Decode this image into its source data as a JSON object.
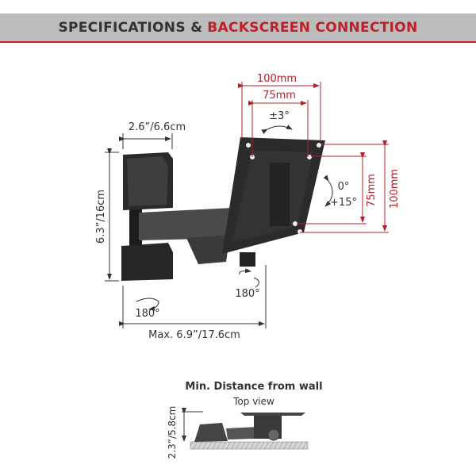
{
  "header": {
    "title_dark": "SPECIFICATIONS &",
    "title_red": "BACKSCREEN CONNECTION"
  },
  "dimensions": {
    "depth": "2.6”/6.6cm",
    "height": "6.3”/16cm",
    "max_extension": "Max. 6.9”/17.6cm",
    "wall_swivel": "180°",
    "plate_swivel": "180°",
    "rotation": "±3°",
    "tilt_top": "0°",
    "tilt_bottom": "+15°",
    "vesa_w_outer": "100mm",
    "vesa_w_inner": "75mm",
    "vesa_h_inner": "75mm",
    "vesa_h_outer": "100mm"
  },
  "min_distance": {
    "title": "Min. Distance from wall",
    "subtitle": "Top view",
    "value": "2.3”/5.8cm"
  },
  "colors": {
    "accent": "#c01f28",
    "header_bg": "#bcbcbc",
    "text": "#333333"
  }
}
